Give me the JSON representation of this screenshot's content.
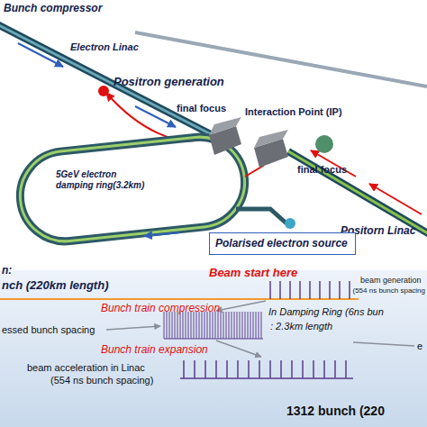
{
  "diagram": {
    "nodes": [
      {
        "text": [
          "Polarised electron source"
        ]
      }
    ],
    "edges": [],
    "labels": [
      "Bunch compressor",
      "Electron Linac",
      "Positron generation",
      "final focus",
      "Interaction Point (IP)",
      "final focus",
      "Positorn Linac",
      "5GeV electron damping ring(3.2km)",
      "n:",
      "nch (220km length)",
      "Beam start here",
      "beam generation",
      "(554 ns bunch spacing",
      "Bunch train compression",
      "essed bunch spacing",
      "In Damping Ring (6ns bun",
      ": 2.3km length",
      "Bunch train expansion",
      "e",
      "beam acceleration in Linac",
      "(554 ns bunch spacing)",
      "1312 bunch (220"
    ]
  }
}
